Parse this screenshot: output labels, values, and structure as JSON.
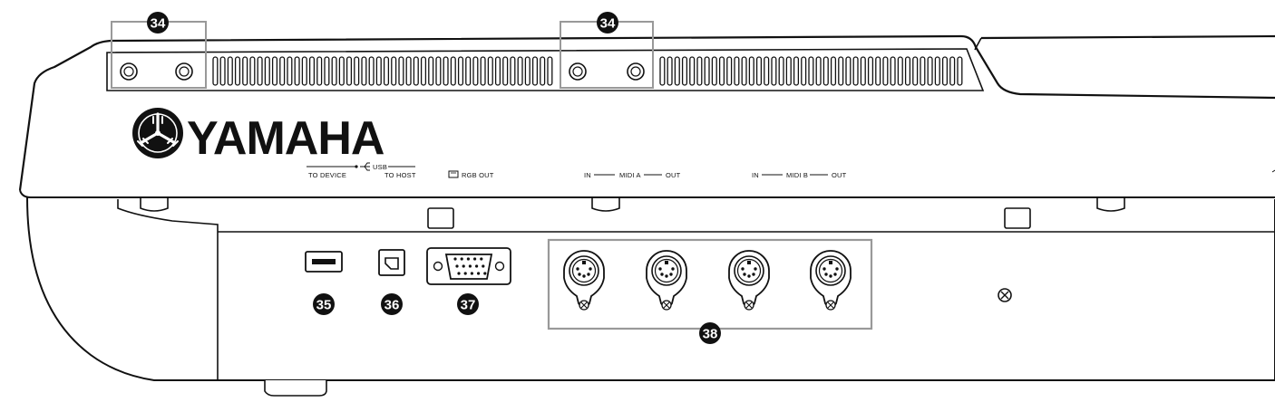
{
  "brand": {
    "logo_text": "YAMAHA"
  },
  "panel_labels": {
    "usb_title": "USB",
    "to_device": "TO DEVICE",
    "to_host": "TO HOST",
    "rgb_out": "RGB OUT",
    "midi_a": {
      "in": "IN",
      "name": "MIDI A",
      "out": "OUT"
    },
    "midi_b": {
      "in": "IN",
      "name": "MIDI B",
      "out": "OUT"
    }
  },
  "callouts": {
    "c34_left": "34",
    "c34_right": "34",
    "c35": "35",
    "c36": "36",
    "c37": "37",
    "c38": "38"
  },
  "colors": {
    "line": "#111111",
    "callout_fill": "#111111",
    "bracket": "#999999",
    "background": "#ffffff"
  }
}
